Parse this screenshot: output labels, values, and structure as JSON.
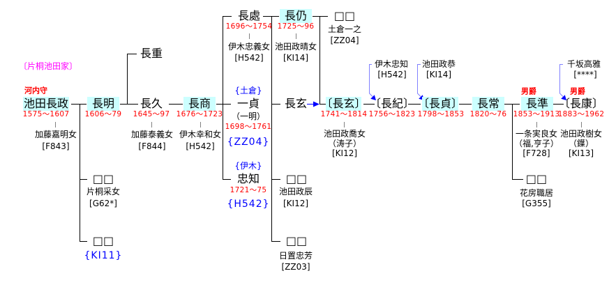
{
  "family_label": "〔片桐池田家〕",
  "nagamasa": {
    "title": "河内守",
    "name": "池田長政",
    "years": "1575～1607",
    "spouse": "加藤嘉明女",
    "spouse_ref": "[F843]"
  },
  "nagaaki": {
    "name": "長明",
    "years": "1606～79"
  },
  "nagashige": {
    "name": "長重"
  },
  "nagaaki_daughter1": {
    "name": "□□",
    "spouse": "片桐采女",
    "spouse_ref": "[G62*]"
  },
  "nagaaki_daughter2": {
    "name": "□□",
    "ref": "{KI11}"
  },
  "nagahisa": {
    "name": "長久",
    "years": "1645～97",
    "spouse": "加藤泰義女",
    "spouse_ref": "[F844]"
  },
  "nagataka": {
    "name": "長商",
    "years": "1676～1723",
    "spouse": "伊木幸和女",
    "spouse_ref": "[H542]"
  },
  "nagatoko": {
    "name": "長處",
    "years": "1696～1754",
    "spouse": "伊木忠義女",
    "spouse_ref": "[H542]"
  },
  "nagayori": {
    "name": "長仍",
    "years": "1725～96",
    "spouse": "池田政晴女",
    "spouse_ref": "[KI14]"
  },
  "nagayori_daughter": {
    "name": "□□",
    "spouse": "土倉一之",
    "spouse_ref": "[ZZ04]"
  },
  "kazusada": {
    "adopted_house": "{土倉}",
    "name": "一貞",
    "alt_name": "（一明）",
    "years": "1698～1761",
    "ref": "{ZZ04}"
  },
  "nagaharu_birth": {
    "name": "長玄"
  },
  "tadatomo": {
    "adopted_house": "{伊木}",
    "name": "忠知",
    "years": "1721～75",
    "ref": "{H542}"
  },
  "nagatoko_daughter1": {
    "name": "□□",
    "spouse": "池田政辰",
    "spouse_ref": "[KI12]"
  },
  "nagatoko_daughter2": {
    "name": "□□",
    "spouse": "日置忠芳",
    "spouse_ref": "[ZZ03]"
  },
  "nagaharu": {
    "name": "〔長玄〕",
    "years": "1741～1814",
    "spouse": "池田政喬女",
    "spouse_alias": "（涛子）",
    "spouse_ref": "[KI12]"
  },
  "nagaki": {
    "name": "〔長紀〕",
    "years": "1756～1823",
    "birth_father": "伊木忠知",
    "birth_father_ref": "[H542]"
  },
  "nagasada": {
    "name": "〔長貞〕",
    "years": "1798～1853",
    "birth_father": "池田政恭",
    "birth_father_ref": "[KI14]"
  },
  "nagatsune": {
    "name": "長常",
    "years": "1820～76"
  },
  "naganori": {
    "title": "男爵",
    "name": "長準",
    "years": "1853～1913",
    "spouse": "一条実良女",
    "spouse_alias": "（福,亨子）",
    "spouse_ref": "[F728]"
  },
  "naganori_daughter": {
    "name": "□□",
    "spouse": "花房職居",
    "spouse_ref": "[G355]"
  },
  "nagayasu": {
    "title": "男爵",
    "name": "〔長康〕",
    "years": "1883～1962",
    "spouse": "池田政樹女",
    "spouse_alias": "（鐷）",
    "spouse_ref": "[KI13]",
    "birth_father": "千坂高雅",
    "birth_father_ref": "[****]"
  },
  "colors": {
    "highlight": "#ccffff",
    "years": "#ff0000",
    "reference": "#0000ff",
    "family_label": "#ff00ff",
    "adoption_line": "#8080ff"
  }
}
